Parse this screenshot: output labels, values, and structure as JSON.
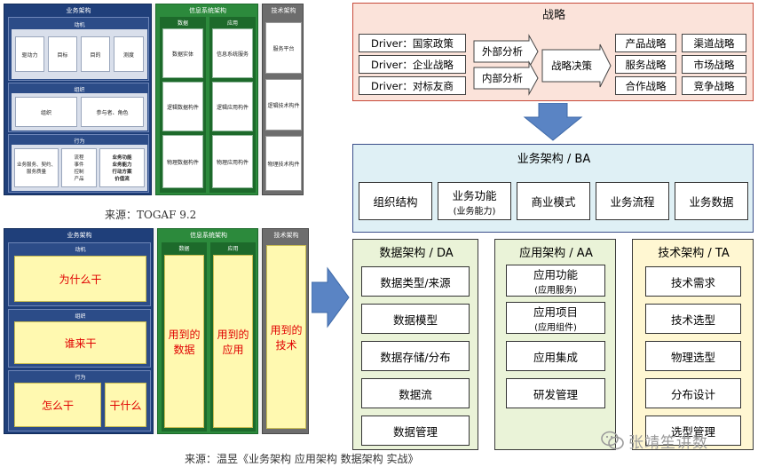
{
  "togaf": {
    "business_title": "业务架构",
    "is_title": "信息系统架构",
    "tech_title": "技术架构",
    "motivation_label": "动机",
    "motivation_cells": [
      "驱动力",
      "目标",
      "目的",
      "测度"
    ],
    "org_label": "组织",
    "org_cells": [
      "组织",
      "参与者、角色"
    ],
    "behavior_label": "行为",
    "behavior_cells": [
      "业务服务、契约、服务质量",
      "流程\n事件\n控制\n产品",
      "业务功能\n业务能力\n行动方案\n价值流"
    ],
    "data_label": "数据",
    "app_label": "应用",
    "data_cells": [
      "数据实体",
      "逻辑数据构件",
      "物理数据构件"
    ],
    "app_cells": [
      "信息系统服务",
      "逻辑应用构件",
      "物理应用构件"
    ],
    "tech_cells": [
      "服务平台",
      "逻辑技术构件",
      "物理技术构件"
    ]
  },
  "caption1": "来源：TOGAF 9.2",
  "simple": {
    "business_title": "业务架构",
    "is_title": "信息系统架构",
    "tech_title": "技术架构",
    "motivation_label": "动机",
    "why": "为什么干",
    "org_label": "组织",
    "who": "谁来干",
    "behavior_label": "行为",
    "how": "怎么干",
    "what": "干什么",
    "data_label": "数据",
    "app_label": "应用",
    "data_used": "用到的\n数据",
    "app_used": "用到的\n应用",
    "tech_used": "用到的\n技术"
  },
  "caption2": "来源：温昱《业务架构 应用架构 数据架构 实战》",
  "strategy": {
    "title": "战略",
    "drivers": [
      "Driver：国家政策",
      "Driver：企业战略",
      "Driver：对标友商"
    ],
    "analysis": [
      "外部分析",
      "内部分析"
    ],
    "decision": "战略决策",
    "strategies_left": [
      "产品战略",
      "服务战略",
      "合作战略"
    ],
    "strategies_right": [
      "渠道战略",
      "市场战略",
      "竞争战略"
    ]
  },
  "ba": {
    "title": "业务架构 / BA",
    "items": [
      "组织结构",
      "业务功能",
      "商业模式",
      "业务流程",
      "业务数据"
    ],
    "function_note": "(业务能力)"
  },
  "da": {
    "title": "数据架构 / DA",
    "items": [
      "数据类型/来源",
      "数据模型",
      "数据存储/分布",
      "数据流",
      "数据管理"
    ]
  },
  "aa": {
    "title": "应用架构 / AA",
    "items": [
      "应用功能",
      "应用项目",
      "应用集成",
      "研发管理"
    ],
    "notes": [
      "(应用服务)",
      "(应用组件)"
    ]
  },
  "ta": {
    "title": "技术架构 / TA",
    "items": [
      "技术需求",
      "技术选型",
      "物理选型",
      "分布设计",
      "选型管理"
    ]
  },
  "watermark": "张靖笙讲数",
  "colors": {
    "strategy_border": "#c74a3a",
    "arrow": "#5a84c4"
  }
}
